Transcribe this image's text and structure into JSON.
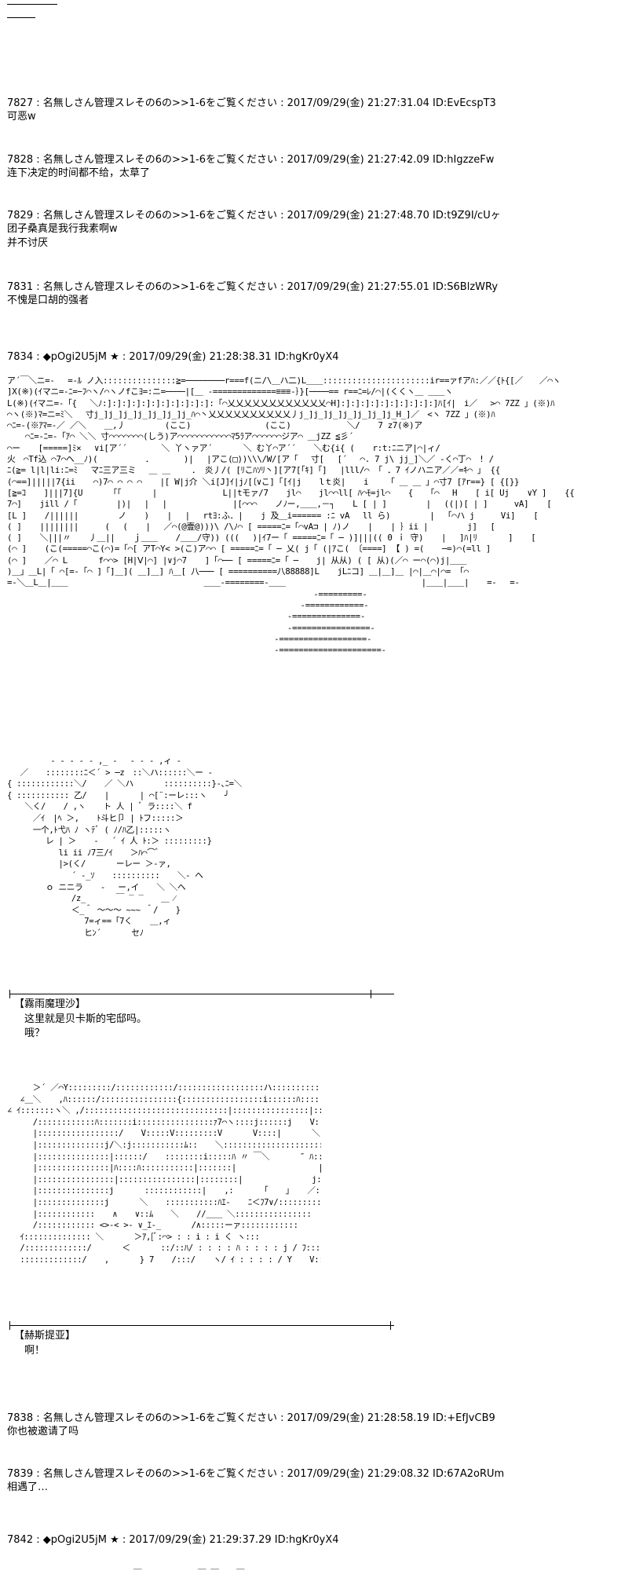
{
  "posts_a": [
    {
      "header": "7827 : 名無しさん管理スレその6の>>1-6をご覧ください : 2017/09/29(金) 21:27:31.04 ID:EvEcspT3",
      "body": "可恶w"
    },
    {
      "header": "7828 : 名無しさん管理スレその6の>>1-6をご覧ください : 2017/09/29(金) 21:27:42.09 ID:hIgzzeFw",
      "body": "连下决定的时间都不给，太草了"
    },
    {
      "header": "7829 : 名無しさん管理スレその6の>>1-6をご覧ください : 2017/09/29(金) 21:27:48.70 ID:t9Z9I/cUヶ",
      "body": "团子桑真是我行我素啊w\n并不讨厌"
    },
    {
      "header": "7831 : 名無しさん管理スレその6の>>1-6をご覧ください : 2017/09/29(金) 21:27:55.01 ID:S6BlzWRy",
      "body": "不愧是口胡的强者"
    }
  ],
  "post_7834": {
    "header": "7834 : ◆pOgi2U5jM ★ : 2017/09/29(金) 21:28:38.31 ID:hgKr0yX4",
    "title_aa": "ア´￣＼ニ=-　 =-ﾙ ノ入:::::::::::::::≧=────────r===f(ニ/\\＿ハ二)L＿＿::::::::::::::::::::::ir==ァfアﾊ:／／{ﾄ{[／　　／⌒ヽ\n]X(※)(ｲマニ=-ﾆ=−ﾌ⌒ヽ/⌒ヽノfこﾖ=:ニ=────|[＿ -=============≡≡≡-｝}[────== r==ﾆ=ﾚ/⌒|(くくヽ＿ ＿＿ヽ\nL(※)(ｲマニ=-「{　 ＼ﾉ:]:]:]:]:]:]:]:]:]:]:]:「⌒乂乂乂乂乂乂乂乂乂乂乂乂⌒H]:]:]:]:]:]:]:]:]:]:]ﾊ[ｲ|　i／　 >⌒ 7ZZ 」(※)ﾊ\n⌒ヽ(※)ﾏ=ニ=ﾐ＼　 寸j_]j_]j_]j_]j_]j_]j_ﾊ⌒丶乂乂乂乂乂乂乂乂乂乂丿j_]j_]j_]j_]j_]j_]j_H_]／　<ヽ 7ZZ 」(※)ﾊ\n⌒ﾆ=-(※ｱﾏ=-／ ／＼ 　 ＿,丿　 　 　 (ここ)　　 　 　 　 　 (ここ)　　　 　 　 ＼/ 　 7 z7(※)ア\n 　 ⌒ﾆ=-ﾆ=-「ｱ⌒ ＼＼ 寸⌒⌒⌒⌒⌒⌒⌒(しう)ア⌒⌒⌒⌒⌒⌒⌒⌒⌒⌒⌒ﾏ5ﾗア⌒⌒⌒⌒⌒⌒ジア⌒ ＿jZZ ≦彡´\n⌒ー 　 [=====]ﾐ×　 ∨i[ア´´　　 　 ＼ 丫ヽァア´ 　 　 ＼ む丫⌒ア´´ 　 ＼む{i{ ( 　 r:t:ﾆニア|⌒|ィ/\n火　⌒Tf込 ⌒7⌒ヘ__ﾉ)(　　 　 　 ．　　 　 )|　 |アこ(□))\\\\\\/W/[ア「　 寸[　 [´　 ⌒. 7 j\\ jj_]＼／ -く⌒丁⌒　! /\nﾆ(≧= l|l|li:ﾆ=ﾐ　 マﾆ三ア三ミ　 ＿ ＿　　 ． 炎丿/( [ﾘこﾊｿﾘ丶][ア7[「ｷ]「]　 |lll/⌒ 「 ．7 ｲノハニア／／=ｷ⌒ 」 {{\n(⌒==]|||||7{ii 　 ⌒)7⌒ ⌒ ⌒ ⌒ 　 |[ W|j介 ＼i[J]ｲ|jﾉ[〔∨こ]「[ｲ|j 　 lｔ炎| 　 i 　 「 ＿ ＿ 」⌒寸7 [ｱr==} [ {[}}\n[≧=ｺ 　 ]|||7]{U　 　 「「 　 　 |　 　 　 　 　 L||tモァ/7 　 jl⌒ 　 jl⌒⌒ll[ ﾊ⌒ﾓ=jl⌒ 　 {　 「⌒　 H 　 [ i[ Uj 　 ∨Y ] 　 {{\n7⌒] 　 jill /「　 　 　 |)|　 |　 |　 　 　 　 　 |[⌒⌒⌒ 　 ノﾉー,＿＿,－┐ 　 L [ | ]　 　 　 |　 ((|)[ | ]　 　 vA] 　 [\n[L ] 　 /||||||　 　 　 ノ 　 ) 　 |　 |　 rtﾖ:ふ．| 　 j 及＿i====== :ﾆ vA　 ll ら)　 　 　 |　 ｢⌒ハ j　 　 Vi] 　 [\n( ] 　 ||||||||　 　 (　 ( 　 |　 ／⌒(@壹@)))\\ /\\ﾉ⌒ [ =====ﾆ=「⌒vA⊐ | ﾉ)ノ 　 | 　 | ｝ii |　 　 　 j]　 [\n( ] 　 ＼|||〃 　 丿＿|| 　 ｊ＿＿ 　 /＿＿/守)) ((( 　)|ｲ7ー「 =====ﾆ=「 ─ )]|||(( 0 ｉ 守) 　 |　 ]ﾊ|ﾘ 　 　 ] 　 [\n(⌒ ] 　 (こ(=====⌒こ(⌒)=「⌒[ アT⌒Y< >(こ)ア⌒⌒ [ =====ﾆ=「 ─ 乂( j「 (|ｱこ( 〔====] 【 ) =( 　 ─=)⌒(=ll ]\n(⌒ ] 　 ／⌒ L 　 　 f⌒⌒> [H|Ⅴ|⌒] |∨j⌒7 　 ]「⌒── [ =====ﾆ=「 ─ 　 j| 从从) ( [ 从)(／⌒ ー⌒(⌒)j|＿＿\n)＿」＿L|「 ⌒[=-「⌒ ]「]＿]( ＿]＿] ﾊ＿[ 八─── [ ==========八88888]L 　 jLﾆコ] ＿|＿]＿ |⌒|＿⌒|⌒= 「⌒\n=-＼＿L＿|＿＿ 　 　 　 　 　 　 　 　 　 　 ＿＿-========-＿＿ 　 　 　 　 　 　 　 　 　 　 |＿＿|＿＿| 　 =-　 =-\n 　 　 　 　 　 　 　 　 　 　 　 　 　 　 　 　 　 　 　 　 　 　 　 -=========-\n 　 　 　 　 　 　 　 　 　 　 　 　 　 　 　 　 　 　 　 　 　 　 -============-\n 　 　 　 　 　 　 　 　 　 　 　 　 　 　 　 　 　 　 　 　 　 -==============-\n 　 　 　 　 　 　 　 　 　 　 　 　 　 　 　 　 　 　 　 　 　 -================-\n 　 　 　 　 　 　 　 　 　 　 　 　 　 　 　 　 　 　 　 　 -==================-\n 　 　 　 　 　 　 　 　 　 　 　 　 　 　 　 　 　 　 　 　 -=====================-",
    "marisa_aa": " 　 　 　 - - - - - ,_ -　 - - - ,ィ -\n　 ／ 　 ::::::::ﾆ＜´ > ─z　::＼ハ::::::＼ー -\n{ ::::::::::::＼/ 　 ／ ＼ハ 　 　 ::::::::::}-､ﾆ=＼]\n{ ::::::::::: 乙/ 　 | 　 　 | ⌒[¨:ーレ:::ヽ 　 ╯\n 　 ＼く/ 　 / ,ヽ 　 ト 人 | ﾞ ラ::::＼ f\n　 　 ／ｲ　|ﾍ ＞, 　 ﾄ斗ヒ卩 | ﾄフ:::::＞\n　 　 一个,ﾄ弋ﾊ ﾉ ヽﾃﾞ ( ﾉ/ﾊ乙|:::::ヽ\n　 　 　 レ | ＞ 　 -　 ´ ｲ 人 ﾄ:＞ :::::::::}\n　 　 　 　 li ii ﾉ7三/ｲ 　 ＞ﾊ⌒⌒ﾞ\n　 　 　 　 |>(く/ 　 　 ーレー ＞-ァ,\n　 　 　 　 　 ´ -_ｿ 　 :::::::::: 　 ＼- ヘ\n　 　 　 ｏ ニニラ 　 -　 ー,イ 　 ＼ ＼ヘ\n　 　 　 　 　 /z_ 　 　 ￣ ‾ ‾ 　 ＿ ⁄\n　 　 　 　 　 ＜_＾ ～～～ ~~~ ＾/ 　 }\n　 　 　 　 　 　 7=ィ==「7く 　 ＿,ィ\n　 　 　 　 　 　 ヒﾝ´ 　 　 セﾉ",
    "marisa_name": "【霧雨魔理沙】",
    "marisa_line1": "这里就是贝卡斯的宅邸吗。",
    "marisa_line2": "哦？",
    "hestia_aa": "　 　 ＞´ ／⌒Y:::::::::/::::::::::::/::::::::::::::::::ハ::::::::::::へ,ﾝ>\n　 ∠＿＼ 　 ,ﾊ::::::/::::::::::::::::{:::::::::::::::::i::::::ﾊ::::::::::::::::::V:^\n∠ ｲ:::::::ヽ＼ ,/::::::::::::::::::::::::::::::|::::::::::::::::|:::::::ﾚ-ﾄ::::::::::::::::|_>:\n　 　 /::::::::::::ﾊ:::::::i::::::::::::::::ｧ7⌒ヽ::::j::::::j 　 V::::::::::| 　 V|\n　 　 |:::::::::::::::::/ 　 V:::::V:::::::::V 　 　 V::::| 　 　 ＼:::::ﾊ_j\n　 　 |::::::::::::::j/＼:j:::::::::::ﾑ:: 　 ＼::::::::::::::::::::::::::::::|i:::::::::::::::::::|\n　 　 |:::::::::::::::|::::::/ 　 ::::::::i:::::ﾊ 〃 ￣＼ 　 　 ″ ﾊ:::::::::::::::|\n　 　 |:::::::::::::::|ﾊ::::ﾊ:::::::::::|:::::::| 　 　 　 　 　 　 |::::::::|::::::::|\n　 　 |::::::::::::::::|::::::::::::::::|::::::::| 　 　 　 　 　 j:::::::::|::::::::|\n　 　 |:::::::::::::::j 　 　 ::::::::::::| 　 ,: 　 　 ｢ 　 ｣ 　 ／:::::::::|::::::::|\n　 　 |::::::::::::::j 　 　 ＼ 　 :::::::::::ﾊｴ- 　 ﾆ＜ﾌ7∨/::::::::::|::::::::i\n　 　 |:::::::::::: 　 ∧ 　 ∨::ﾑ 　 ＼ 　 //＿＿ ＼::::::::::::::::\n　 　 /:::::::::::: <>-< >- ∨_ｴ-_ 　 　 /∧:::::ーァ::::::::::::\n　 ｲ:::::::::::::: ＼ 　 　 ＞ｱ,[ﾞ:⌒> : : i : i く ヽ:::\n　 /:::::::::::::/ 　 　 ＜ 　 　 ::/::ﾊ/ : : : : ﾊ : : : : j / ﾌ:::\n　 :::::::::::::/ 　 , 　 　 } 7 　 /:::/ 　 ヽ/ ｲ : : : : / Y 　 V:::}",
    "hestia_name": "【赫斯提亚】",
    "hestia_line1": "啊！"
  },
  "posts_b": [
    {
      "header": "7838 : 名無しさん管理スレその6の>>1-6をご覧ください : 2017/09/29(金) 21:28:58.19 ID:+EfJvCB9",
      "body": "你也被邀请了吗"
    },
    {
      "header": "7839 : 名無しさん管理スレその6の>>1-6をご覧ください : 2017/09/29(金) 21:29:08.32 ID:67A2oRUm",
      "body": "相遇了…"
    }
  ],
  "post_7842": {
    "header": "7842 : ◆pOgi2U5jM ★ : 2017/09/29(金) 21:29:37.29 ID:hgKr0yX4",
    "aa_start": "＿ 　 　 　 　 ＿ ＿ 　 ＿"
  }
}
